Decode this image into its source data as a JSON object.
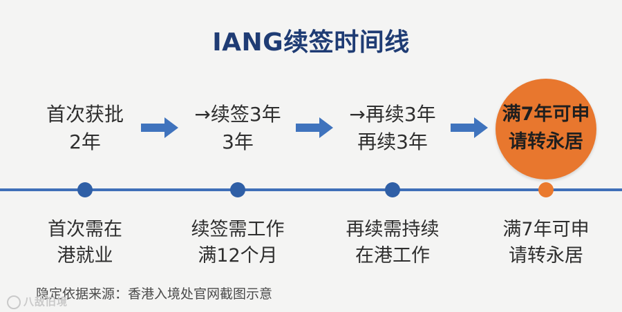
{
  "title": "IANG续签时间线",
  "stages": [
    {
      "line1": "首次获批",
      "line2": "2年"
    },
    {
      "line1": "→续签3年",
      "line2": "3年"
    },
    {
      "line1": "→再续3年",
      "line2": "再续3年"
    },
    {
      "line1": "满7年可申",
      "line2": "请转永居"
    }
  ],
  "requirements": [
    {
      "line1": "首次需在",
      "line2": "港就业"
    },
    {
      "line1": "续签需工作",
      "line2": "满12个月"
    },
    {
      "line1": "再续需持续",
      "line2": "在港工作"
    },
    {
      "line1": "满7年可申",
      "line2": "请转永居"
    }
  ],
  "source_note": "隐定依据来源：香港入境处官网截图示意",
  "watermark": "八敌旧境",
  "colors": {
    "title": "#1f3c74",
    "timeline": "#3f6fb8",
    "dot": "#2f5fa6",
    "highlight": "#e8772e"
  }
}
